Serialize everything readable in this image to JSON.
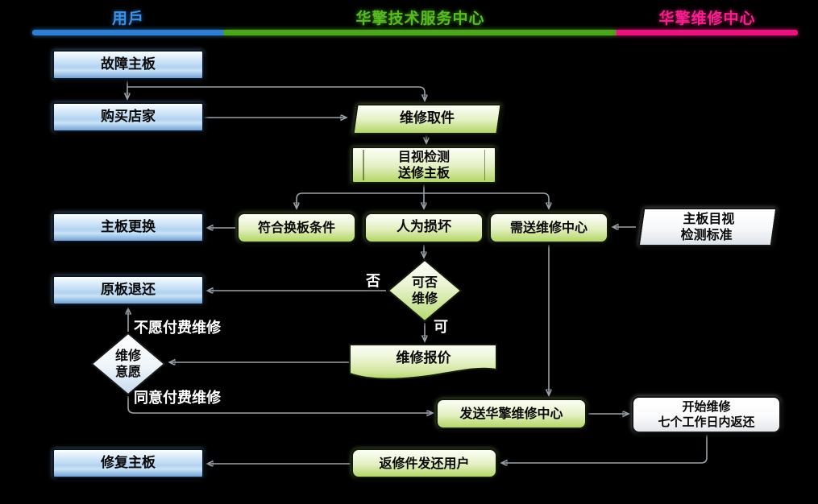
{
  "header": {
    "lanes": [
      {
        "label": "用戶",
        "text_color": "#4090e0",
        "bar_color": "#2e7ed2"
      },
      {
        "label": "华擎技术服务中心",
        "text_color": "#58bb25",
        "bar_color": "#4ba61b"
      },
      {
        "label": "华擎维修中心",
        "text_color": "#f2218c",
        "bar_color": "#e9137d"
      }
    ]
  },
  "nodes": {
    "fault_board": {
      "label": "故障主板",
      "shape": "rect-blue"
    },
    "purchase_store": {
      "label": "购买店家",
      "shape": "rect-blue"
    },
    "repair_pickup": {
      "label": "维修取件",
      "shape": "parallelogram-green"
    },
    "visual_inspection": {
      "line1": "目视检测",
      "line2": "送修主板",
      "shape": "predefined-process-green"
    },
    "board_replace": {
      "label": "主板更换",
      "shape": "rect-blue"
    },
    "meet_condition": {
      "label": "符合换板条件",
      "shape": "rounded-green"
    },
    "human_damage": {
      "label": "人为损坏",
      "shape": "rounded-green"
    },
    "need_repair_center": {
      "label": "需送维修中心",
      "shape": "rounded-green"
    },
    "inspection_standard": {
      "line1": "主板目视",
      "line2": "检测标准",
      "shape": "parallelogram-white"
    },
    "return_original": {
      "label": "原板退还",
      "shape": "rect-blue"
    },
    "can_repair": {
      "line1": "可否",
      "line2": "维修",
      "shape": "diamond-green"
    },
    "repair_willingness": {
      "line1": "维修",
      "line2": "意愿",
      "shape": "diamond-white"
    },
    "repair_quote": {
      "label": "维修报价",
      "shape": "document-green"
    },
    "send_repair_center": {
      "label": "发送华擎维修中心",
      "shape": "rounded-green"
    },
    "start_repair": {
      "line1": "开始维修",
      "line2": "七个工作日内返还",
      "shape": "rounded-white"
    },
    "fixed_board": {
      "label": "修复主板",
      "shape": "rect-blue"
    },
    "return_to_user": {
      "label": "返修件发还用户",
      "shape": "rounded-green"
    }
  },
  "edge_labels": {
    "no": "否",
    "yes": "可",
    "refuse_paid_repair": "不愿付费维修",
    "agree_paid_repair": "同意付费维修"
  },
  "colors": {
    "background": "#000000",
    "connector": "#9aa2a8",
    "arrowhead": "#c3c9cf"
  }
}
